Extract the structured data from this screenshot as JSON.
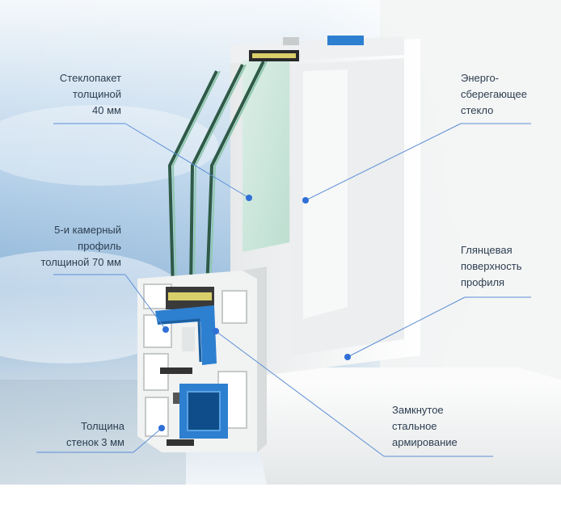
{
  "callouts": {
    "glass_unit": "Стеклопакет\nтолщиной\n40 мм",
    "energy_glass": "Энерго-\nсберегающее\nстекло",
    "chamber_profile": "5-и камерный\nпрофиль\nтолщиной 70 мм",
    "glossy_surface": "Глянцевая\nповерхность\nпрофиля",
    "wall_thickness": "Толщина\nстенок 3 мм",
    "steel_reinforcement": "Замкнутое\nстальное\nармирование"
  },
  "colors": {
    "leader_line": "#5b8fd6",
    "marker_dot": "#2f6fd6",
    "label_text": "#2c3e50",
    "reinforcement": "#2d7fd0",
    "glass_tint": "#a9d8c4"
  }
}
